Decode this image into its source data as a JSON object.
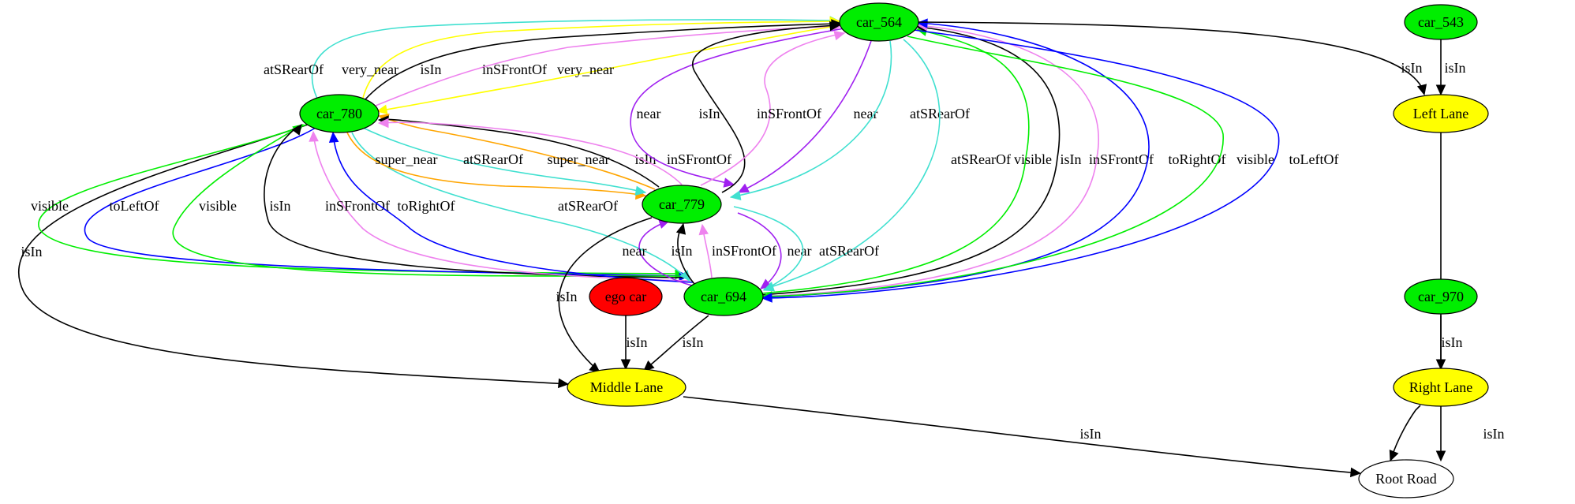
{
  "nodes": {
    "car_564": {
      "label": "car_564",
      "fill": "#00ee00"
    },
    "car_543": {
      "label": "car_543",
      "fill": "#00ee00"
    },
    "car_780": {
      "label": "car_780",
      "fill": "#00ee00"
    },
    "car_779": {
      "label": "car_779",
      "fill": "#00ee00"
    },
    "car_694": {
      "label": "car_694",
      "fill": "#00ee00"
    },
    "car_970": {
      "label": "car_970",
      "fill": "#00ee00"
    },
    "ego_car": {
      "label": "ego car",
      "fill": "#ff0000"
    },
    "left_lane": {
      "label": "Left Lane",
      "fill": "#ffff00"
    },
    "middle_lane": {
      "label": "Middle Lane",
      "fill": "#ffff00"
    },
    "right_lane": {
      "label": "Right Lane",
      "fill": "#ffff00"
    },
    "root_road": {
      "label": "Root Road",
      "fill": "#ffffff"
    }
  },
  "edges": [
    {
      "from": "car_780",
      "to": "car_564",
      "label": "atSRearOf",
      "color": "#40e0d0"
    },
    {
      "from": "car_780",
      "to": "car_564",
      "label": "very_near",
      "color": "#ffff00"
    },
    {
      "from": "car_780",
      "to": "car_564",
      "label": "isIn",
      "color": "#000000"
    },
    {
      "from": "car_780",
      "to": "car_564",
      "label": "inSFrontOf",
      "color": "#ee82ee"
    },
    {
      "from": "car_564",
      "to": "car_780",
      "label": "very_near",
      "color": "#ffff00"
    },
    {
      "from": "car_780",
      "to": "middle_lane",
      "label": "isIn",
      "color": "#000000"
    },
    {
      "from": "car_780",
      "to": "car_694",
      "label": "visible",
      "color": "#00ee00"
    },
    {
      "from": "car_780",
      "to": "car_694",
      "label": "toLeftOf",
      "color": "#0000ff"
    },
    {
      "from": "car_694",
      "to": "car_780",
      "label": "visible",
      "color": "#00ee00"
    },
    {
      "from": "car_694",
      "to": "car_780",
      "label": "isIn",
      "color": "#000000"
    },
    {
      "from": "car_694",
      "to": "car_780",
      "label": "inSFrontOf",
      "color": "#ee82ee"
    },
    {
      "from": "car_694",
      "to": "car_780",
      "label": "toRightOf",
      "color": "#0000ff"
    },
    {
      "from": "car_780",
      "to": "car_694",
      "label": "atSRearOf",
      "color": "#40e0d0"
    },
    {
      "from": "car_780",
      "to": "car_779",
      "label": "super_near",
      "color": "#ffa500"
    },
    {
      "from": "car_780",
      "to": "car_779",
      "label": "atSRearOf",
      "color": "#40e0d0"
    },
    {
      "from": "car_779",
      "to": "car_780",
      "label": "super_near",
      "color": "#ffa500"
    },
    {
      "from": "car_779",
      "to": "car_780",
      "label": "isIn",
      "color": "#000000"
    },
    {
      "from": "car_779",
      "to": "car_780",
      "label": "inSFrontOf",
      "color": "#ee82ee"
    },
    {
      "from": "car_564",
      "to": "car_779",
      "label": "near",
      "color": "#a020f0"
    },
    {
      "from": "car_779",
      "to": "car_564",
      "label": "isIn",
      "color": "#000000"
    },
    {
      "from": "car_779",
      "to": "car_564",
      "label": "inSFrontOf",
      "color": "#ee82ee"
    },
    {
      "from": "car_564",
      "to": "car_779",
      "label": "near",
      "color": "#a020f0"
    },
    {
      "from": "car_564",
      "to": "car_779",
      "label": "atSRearOf",
      "color": "#40e0d0"
    },
    {
      "from": "car_564",
      "to": "car_694",
      "label": "atSRearOf",
      "color": "#40e0d0"
    },
    {
      "from": "car_694",
      "to": "car_564",
      "label": "visible",
      "color": "#00ee00"
    },
    {
      "from": "car_694",
      "to": "car_564",
      "label": "isIn",
      "color": "#000000"
    },
    {
      "from": "car_694",
      "to": "car_564",
      "label": "inSFrontOf",
      "color": "#ee82ee"
    },
    {
      "from": "car_694",
      "to": "car_564",
      "label": "toRightOf",
      "color": "#0000ff"
    },
    {
      "from": "car_564",
      "to": "car_694",
      "label": "visible",
      "color": "#00ee00"
    },
    {
      "from": "car_564",
      "to": "car_694",
      "label": "toLeftOf",
      "color": "#0000ff"
    },
    {
      "from": "car_564",
      "to": "left_lane",
      "label": "isIn",
      "color": "#000000"
    },
    {
      "from": "car_543",
      "to": "left_lane",
      "label": "isIn",
      "color": "#000000"
    },
    {
      "from": "car_694",
      "to": "car_779",
      "label": "near",
      "color": "#a020f0"
    },
    {
      "from": "car_694",
      "to": "car_779",
      "label": "isIn",
      "color": "#000000"
    },
    {
      "from": "car_694",
      "to": "car_779",
      "label": "inSFrontOf",
      "color": "#ee82ee"
    },
    {
      "from": "car_779",
      "to": "car_694",
      "label": "near",
      "color": "#a020f0"
    },
    {
      "from": "car_779",
      "to": "car_694",
      "label": "atSRearOf",
      "color": "#40e0d0"
    },
    {
      "from": "car_779",
      "to": "middle_lane",
      "label": "isIn",
      "color": "#000000"
    },
    {
      "from": "ego_car",
      "to": "middle_lane",
      "label": "isIn",
      "color": "#000000"
    },
    {
      "from": "car_694",
      "to": "middle_lane",
      "label": "isIn",
      "color": "#000000"
    },
    {
      "from": "middle_lane",
      "to": "root_road",
      "label": "isIn",
      "color": "#000000"
    },
    {
      "from": "left_lane",
      "to": "root_road",
      "label": "isIn",
      "color": "#000000"
    },
    {
      "from": "car_970",
      "to": "right_lane",
      "label": "isIn",
      "color": "#000000"
    },
    {
      "from": "right_lane",
      "to": "root_road",
      "label": "isIn",
      "color": "#000000"
    }
  ]
}
